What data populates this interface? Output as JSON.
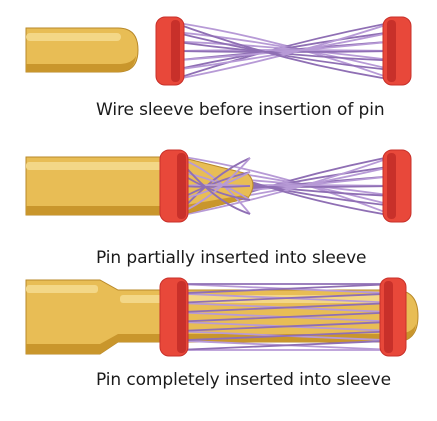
{
  "panels": [
    {
      "caption": "Wire sleeve before insertion of pin",
      "state": "before"
    },
    {
      "caption": "Pin partially inserted into sleeve",
      "state": "partial"
    },
    {
      "caption": "Pin completely inserted into sleeve",
      "state": "complete"
    }
  ],
  "colors": {
    "pin_fill": "#e8bd55",
    "pin_light": "#f3d787",
    "pin_dark": "#c9962c",
    "pin_outline": "#b8892a",
    "ring_fill": "#e8483a",
    "ring_dark": "#c8302a",
    "wire": "#b79ad6",
    "wire_dark": "#8f6fb4"
  }
}
